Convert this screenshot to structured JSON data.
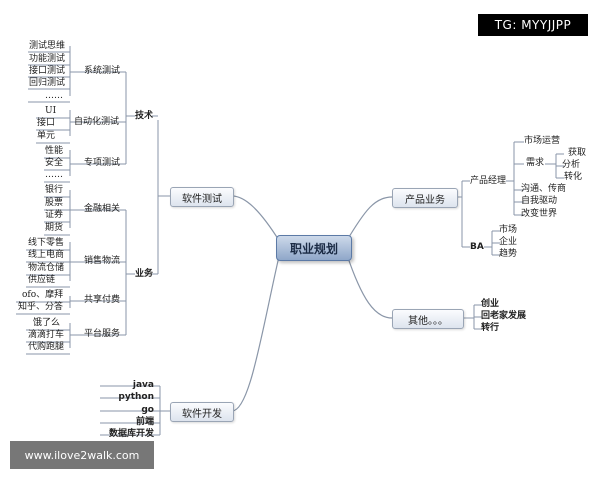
{
  "root": "职业规划",
  "branches": {
    "testing": {
      "title": "软件测试",
      "tech": {
        "label": "技术",
        "system": {
          "label": "系统测试",
          "items": [
            "测试思维",
            "功能测试",
            "接口测试",
            "回归测试",
            "……"
          ]
        },
        "auto": {
          "label": "自动化测试",
          "items": [
            "UI",
            "接口",
            "单元"
          ]
        },
        "special": {
          "label": "专项测试",
          "items": [
            "性能",
            "安全",
            "……"
          ]
        }
      },
      "business": {
        "label": "业务",
        "finance": {
          "label": "金融相关",
          "items": [
            "银行",
            "股票",
            "证券",
            "期货"
          ]
        },
        "retail": {
          "label": "销售物流",
          "items": [
            "线下零售",
            "线上电商",
            "物流仓储",
            "供应链"
          ]
        },
        "sharing": {
          "label": "共享付费",
          "items": [
            "ofo、摩拜",
            "知乎、分答"
          ]
        },
        "platform": {
          "label": "平台服务",
          "items": [
            "饿了么",
            "滴滴打车",
            "代购跑腿"
          ]
        }
      }
    },
    "dev": {
      "title": "软件开发",
      "items": [
        "java",
        "python",
        "go",
        "前端",
        "数据库开发"
      ]
    },
    "product": {
      "title": "产品业务",
      "pm": {
        "label": "产品经理",
        "items": [
          "市场运营",
          "沟通、传商",
          "自我驱动",
          "改变世界"
        ],
        "demand": {
          "label": "需求",
          "items": [
            "获取",
            "分析",
            "转化"
          ]
        }
      },
      "ba": {
        "label": "BA",
        "items": [
          "市场",
          "企业",
          "趋势"
        ]
      }
    },
    "other": {
      "title": "其他。。。",
      "items": [
        "创业",
        "回老家发展",
        "转行"
      ]
    }
  },
  "watermarks": {
    "tg": "TG: MYYJJPP",
    "url": "www.ilove2walk.com"
  }
}
